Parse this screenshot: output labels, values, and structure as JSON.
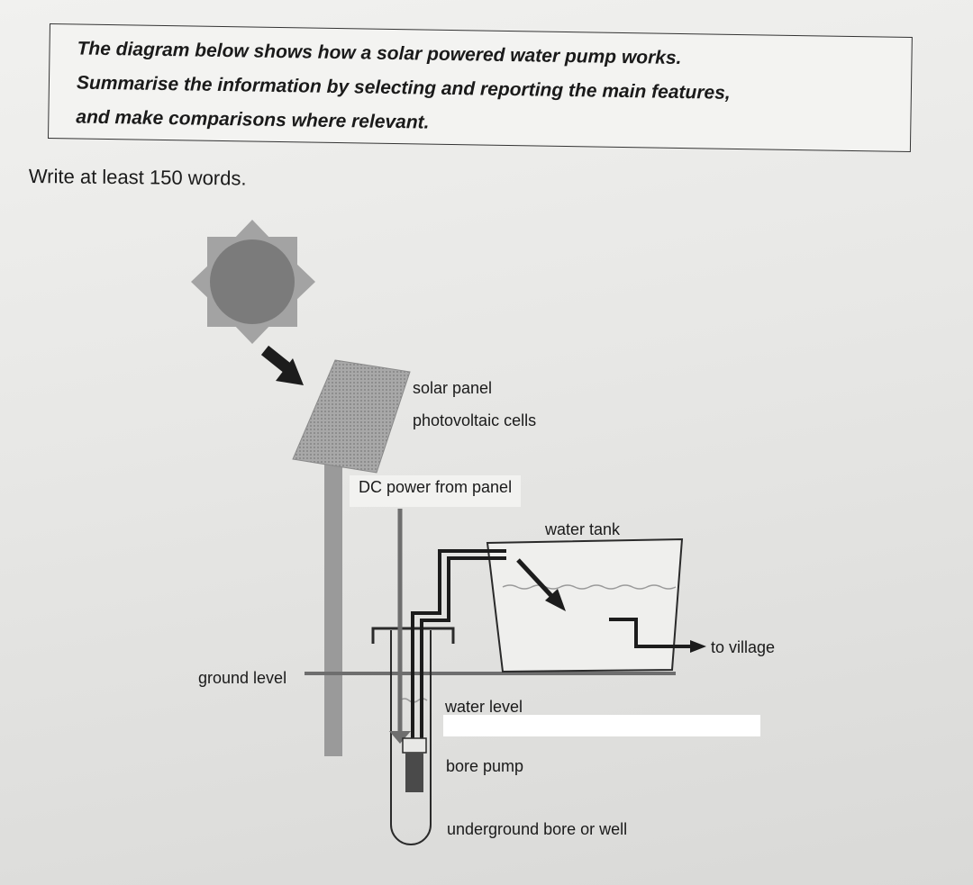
{
  "prompt": {
    "line1": "The diagram below shows how a solar powered water pump works.",
    "line2": "Summarise the information by selecting and reporting the main features,",
    "line3": "and make comparisons where relevant."
  },
  "instruction": "Write at least 150 words.",
  "diagram": {
    "labels": {
      "solar_panel": "solar panel",
      "photovoltaic_cells": "photovoltaic cells",
      "dc_power": "DC power from panel",
      "water_tank": "water tank",
      "to_village": "to village",
      "ground_level": "ground level",
      "water_level": "water level",
      "bore_pump": "bore pump",
      "underground_bore": "underground bore or well"
    },
    "colors": {
      "sun": "#7b7b7b",
      "sun_rays": "#a3a3a3",
      "panel": "#9e9e9e",
      "pipe": "#1c1c1c",
      "pole": "#9a9a9a",
      "ground": "#6e6e6e"
    }
  }
}
